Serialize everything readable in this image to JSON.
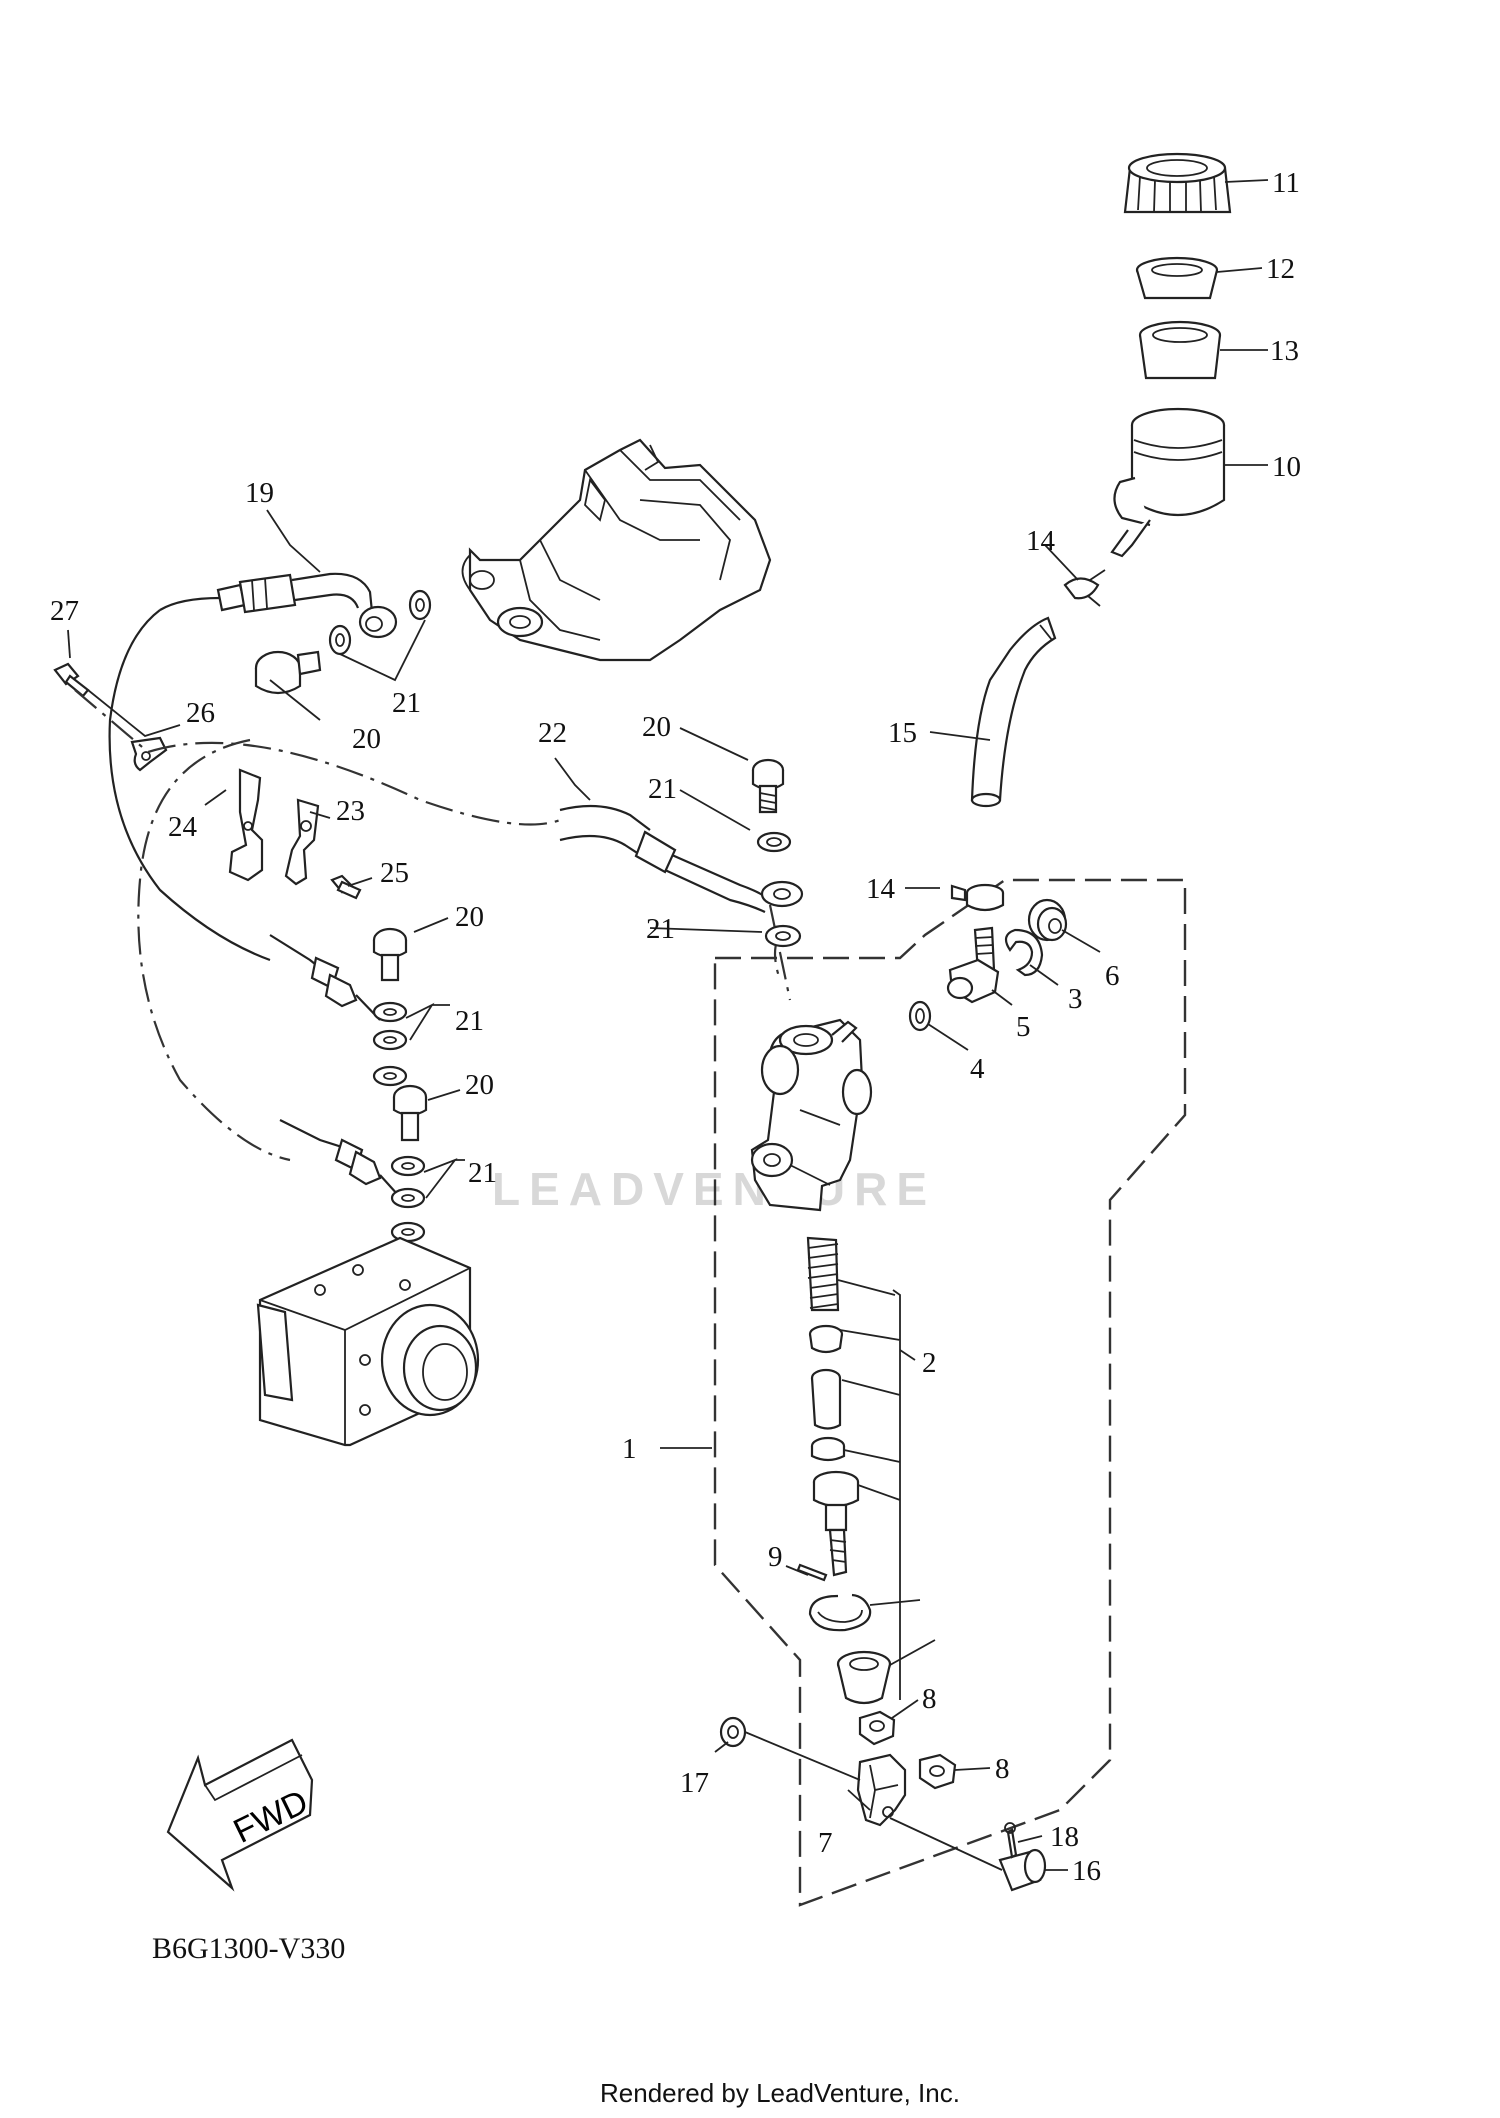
{
  "diagram_code": "B6G1300-V330",
  "footer": "Rendered by LeadVenture, Inc.",
  "watermark": "LEADVENTURE",
  "fwd_label": "FWD",
  "callouts": [
    {
      "id": "c1",
      "text": "1"
    },
    {
      "id": "c2",
      "text": "2"
    },
    {
      "id": "c3",
      "text": "3"
    },
    {
      "id": "c4",
      "text": "4"
    },
    {
      "id": "c5",
      "text": "5"
    },
    {
      "id": "c6",
      "text": "6"
    },
    {
      "id": "c7",
      "text": "7"
    },
    {
      "id": "c8a",
      "text": "8"
    },
    {
      "id": "c8b",
      "text": "8"
    },
    {
      "id": "c9",
      "text": "9"
    },
    {
      "id": "c10",
      "text": "10"
    },
    {
      "id": "c11",
      "text": "11"
    },
    {
      "id": "c12",
      "text": "12"
    },
    {
      "id": "c13",
      "text": "13"
    },
    {
      "id": "c14a",
      "text": "14"
    },
    {
      "id": "c14b",
      "text": "14"
    },
    {
      "id": "c15",
      "text": "15"
    },
    {
      "id": "c16",
      "text": "16"
    },
    {
      "id": "c17",
      "text": "17"
    },
    {
      "id": "c18",
      "text": "18"
    },
    {
      "id": "c19",
      "text": "19"
    },
    {
      "id": "c20a",
      "text": "20"
    },
    {
      "id": "c20b",
      "text": "20"
    },
    {
      "id": "c20c",
      "text": "20"
    },
    {
      "id": "c20d",
      "text": "20"
    },
    {
      "id": "c21a",
      "text": "21"
    },
    {
      "id": "c21b",
      "text": "21"
    },
    {
      "id": "c21c",
      "text": "21"
    },
    {
      "id": "c21d",
      "text": "21"
    },
    {
      "id": "c21e",
      "text": "21"
    },
    {
      "id": "c22",
      "text": "22"
    },
    {
      "id": "c23",
      "text": "23"
    },
    {
      "id": "c24",
      "text": "24"
    },
    {
      "id": "c25",
      "text": "25"
    },
    {
      "id": "c26",
      "text": "26"
    },
    {
      "id": "c27",
      "text": "27"
    }
  ]
}
